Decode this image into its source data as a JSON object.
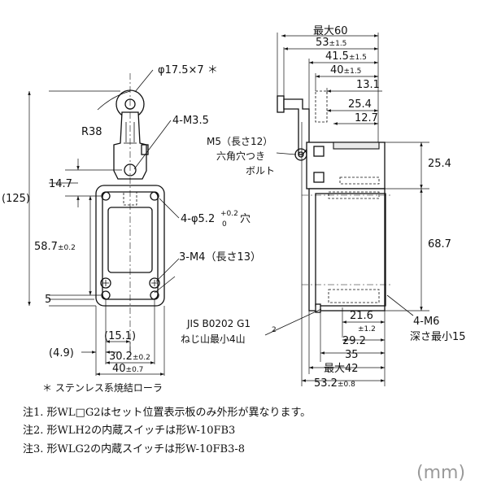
{
  "front_view": {
    "roller_label": "φ17.5×7 ＊",
    "radius_label": "R38",
    "screw_label": "4-M3.5",
    "dim_14_7": "14.7",
    "dim_125": "(125)",
    "hole_label_prefix": "4-φ5.2",
    "hole_tol_plus": "+0.2",
    "hole_tol_zero": "0",
    "hole_label_suffix": "穴",
    "dim_58_7": "58.7",
    "dim_58_7_tol": "±0.2",
    "screw_m4_label": "3-M4（長さ13）",
    "dim_5": "5",
    "dim_15_1": "(15.1)",
    "dim_4_9": "(4.9)",
    "dim_30_2": "30.2",
    "dim_30_2_tol": "±0.2",
    "dim_40": "40",
    "dim_40_tol": "±0.7"
  },
  "side_view": {
    "max_60": "最大60",
    "dim_53": "53",
    "dim_53_tol": "±1.5",
    "dim_41_5": "41.5",
    "dim_41_5_tol": "±1.5",
    "dim_40": "40",
    "dim_40_tol": "±1.5",
    "dim_13_1": "13.1",
    "dim_25_4_top": "25.4",
    "dim_12_7": "12.7",
    "bolt_line1": "M5（長さ12）",
    "bolt_line2": "六角穴つき",
    "bolt_line3": "ボルト",
    "dim_25_4": "25.4",
    "dim_68_7": "68.7",
    "jis_line1": "JIS B0202 G1",
    "jis_frac": "2",
    "jis_line2": "ねじ山最小4山",
    "dim_21_6": "21.6",
    "dim_21_6_tol": "±1.2",
    "dim_29_2": "29.2",
    "dim_35": "35",
    "max_42": "最大42",
    "dim_53_2": "53.2",
    "dim_53_2_tol": "±0.8",
    "m6_line1": "4-M6",
    "m6_line2": "深さ最小15"
  },
  "footnote_roller": "＊ ステンレス系焼結ローラ",
  "notes": [
    "注1.  形WL□G2はセット位置表示板のみ外形が異なります。",
    "注2.  形WLH2の内蔵スイッチは形W-10FB3",
    "注3.  形WLG2の内蔵スイッチは形W-10FB3-8"
  ],
  "unit_label": "(mm)"
}
